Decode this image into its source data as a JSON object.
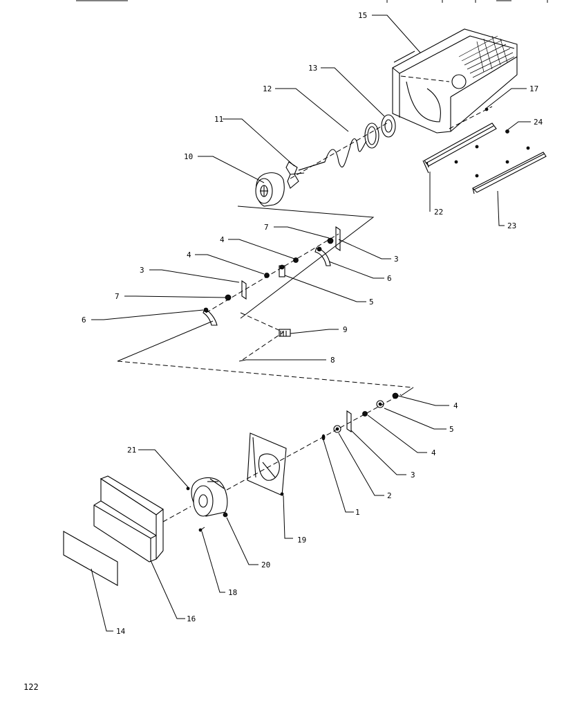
{
  "diagram": {
    "page_number": "122",
    "callouts": {
      "c1": "1",
      "c2": "2",
      "c3a": "3",
      "c3b": "3",
      "c3c": "3",
      "c4a": "4",
      "c4b": "4",
      "c4c": "4",
      "c4d": "4",
      "c5a": "5",
      "c5b": "5",
      "c6a": "6",
      "c6b": "6",
      "c7a": "7",
      "c7b": "7",
      "c8": "8",
      "c9": "9",
      "c10": "10",
      "c11": "11",
      "c12": "12",
      "c13": "13",
      "c14": "14",
      "c15": "15",
      "c16": "16",
      "c17": "17",
      "c18": "18",
      "c19": "19",
      "c20": "20",
      "c21": "21",
      "c22": "22",
      "c23": "23",
      "c24": "24"
    }
  }
}
